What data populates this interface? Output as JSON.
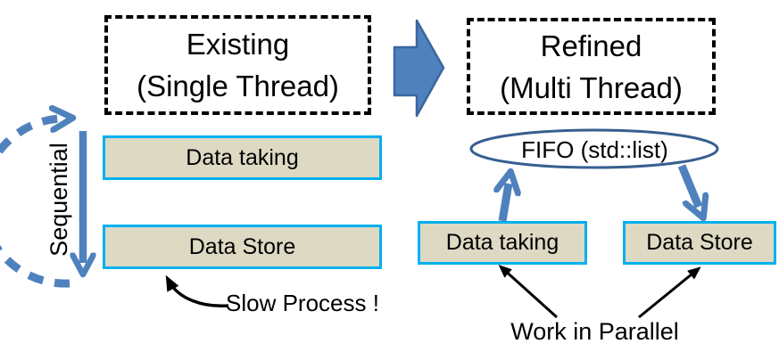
{
  "diagram": {
    "left_panel": {
      "title_line1": "Existing",
      "title_line2": "(Single Thread)",
      "sequential_label": "Sequential",
      "box_taking_label": "Data taking",
      "box_store_label": "Data Store",
      "slow_note": "Slow Process !"
    },
    "right_panel": {
      "title_line1": "Refined",
      "title_line2": "(Multi Thread)",
      "fifo_label": "FIFO (std::list)",
      "box_taking_label": "Data taking",
      "box_store_label": "Data Store",
      "parallel_note": "Work in Parallel"
    },
    "icons": {
      "transition_arrow": "right-block-arrow-icon",
      "sequential_flow": "down-arrow-icon",
      "loop_arc": "dashed-curve-arrow-icon",
      "enqueue_arrow": "up-arrow-icon",
      "dequeue_arrow": "down-arrow-icon",
      "pointer_arrows": "thin-pointer-arrow-icon"
    },
    "colors": {
      "arrow_blue": "#4F81BD",
      "arrow_blue_border": "#3A66A0",
      "process_box_fill": "#DDD9C3",
      "process_box_border": "#00B0F0",
      "fifo_ellipse_stroke": "#365F91",
      "dashed_box_border": "#000000",
      "background": "#FFFFFF"
    }
  }
}
